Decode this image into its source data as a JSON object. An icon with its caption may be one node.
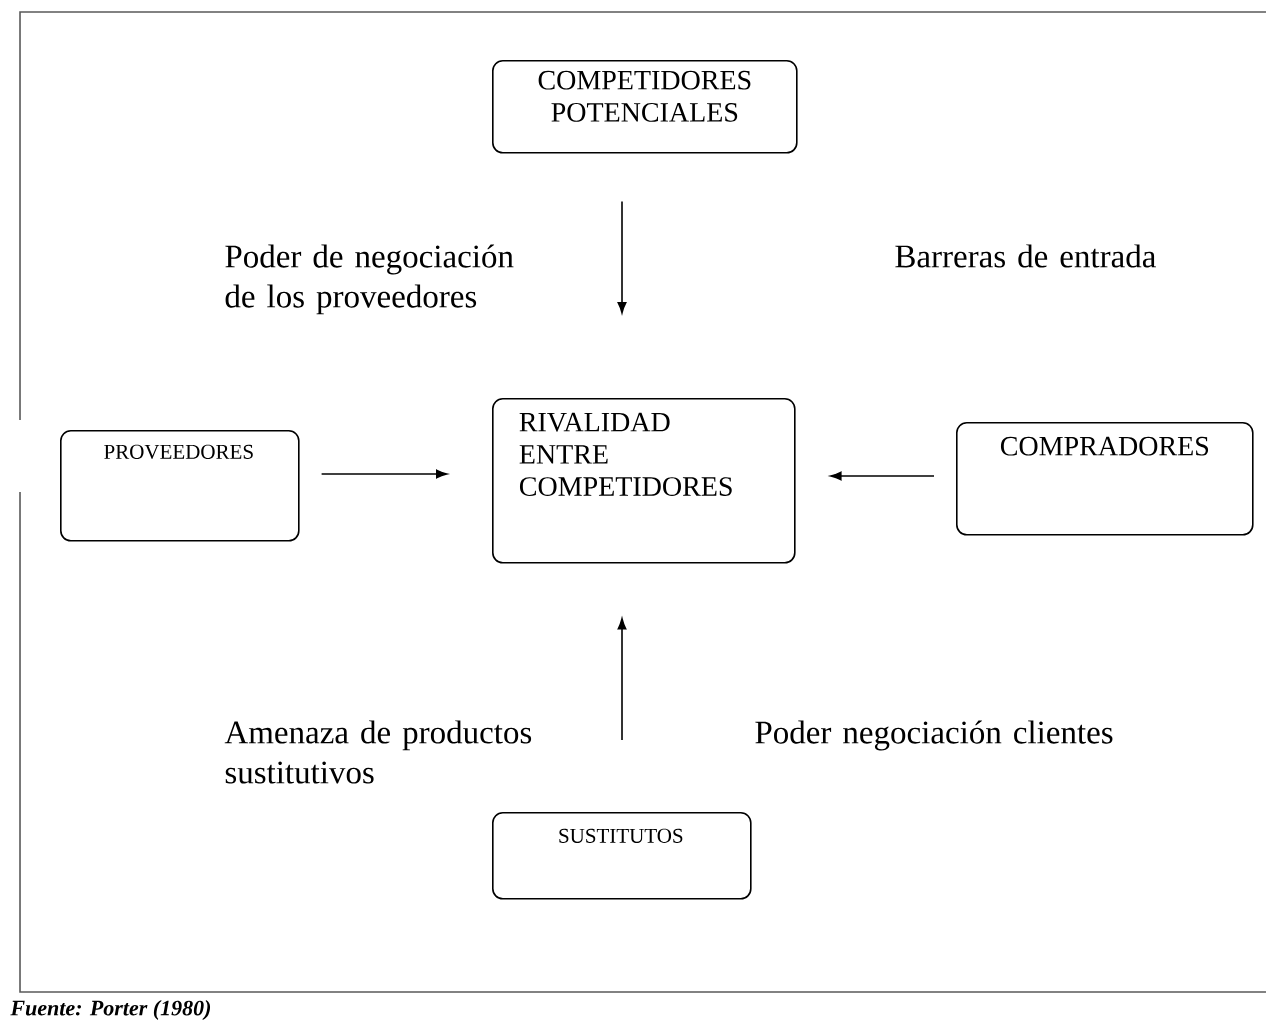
{
  "diagram": {
    "caption": "Fuente: Porter (1980)",
    "nodes": [
      {
        "text": [
          "COMPETIDORES POTENCIALES"
        ]
      },
      {
        "text": [
          "RIVALIDAD ENTRE COMPETIDORES"
        ]
      },
      {
        "text": [
          "PROVEEDORES"
        ]
      },
      {
        "text": [
          "COMPRADORES"
        ]
      },
      {
        "text": [
          "SUSTITUTOS"
        ]
      }
    ],
    "edges": [
      {
        "from": 0,
        "to": 1,
        "arrow": "to"
      },
      {
        "from": 2,
        "to": 1,
        "arrow": "to"
      },
      {
        "from": 3,
        "to": 1,
        "arrow": "to"
      },
      {
        "from": 4,
        "to": 1,
        "arrow": "to"
      }
    ],
    "labels": [
      "Poder de negociación de los proveedores",
      "Barreras de entrada",
      "Amenaza de productos sustitutivos",
      "Poder negociación clientes"
    ]
  }
}
